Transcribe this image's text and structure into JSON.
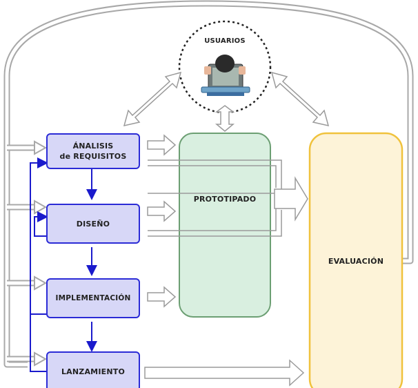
{
  "users": {
    "label": "USUARIOS",
    "icon": "user-at-computer-icon"
  },
  "stages": [
    {
      "id": "analisis",
      "label": "ÁNALISIS\nde REQUISITOS"
    },
    {
      "id": "diseno",
      "label": "DISEÑO"
    },
    {
      "id": "implementacion",
      "label": "IMPLEMENTACIÓN"
    },
    {
      "id": "lanzamiento",
      "label": "LANZAMIENTO"
    }
  ],
  "prototipado": {
    "label": "PROTOTIPADO"
  },
  "evaluacion": {
    "label": "EVALUACIÓN"
  },
  "colors": {
    "stage_fill": "#d7d7f7",
    "stage_border": "#2b2bd6",
    "flow_arrow": "#1a1acc",
    "proto_fill": "#d9efe0",
    "proto_border": "#6c9f73",
    "eval_fill": "#fdf3d8",
    "eval_border": "#f0c23c",
    "hollow_arrow": "#9a9a9a"
  }
}
